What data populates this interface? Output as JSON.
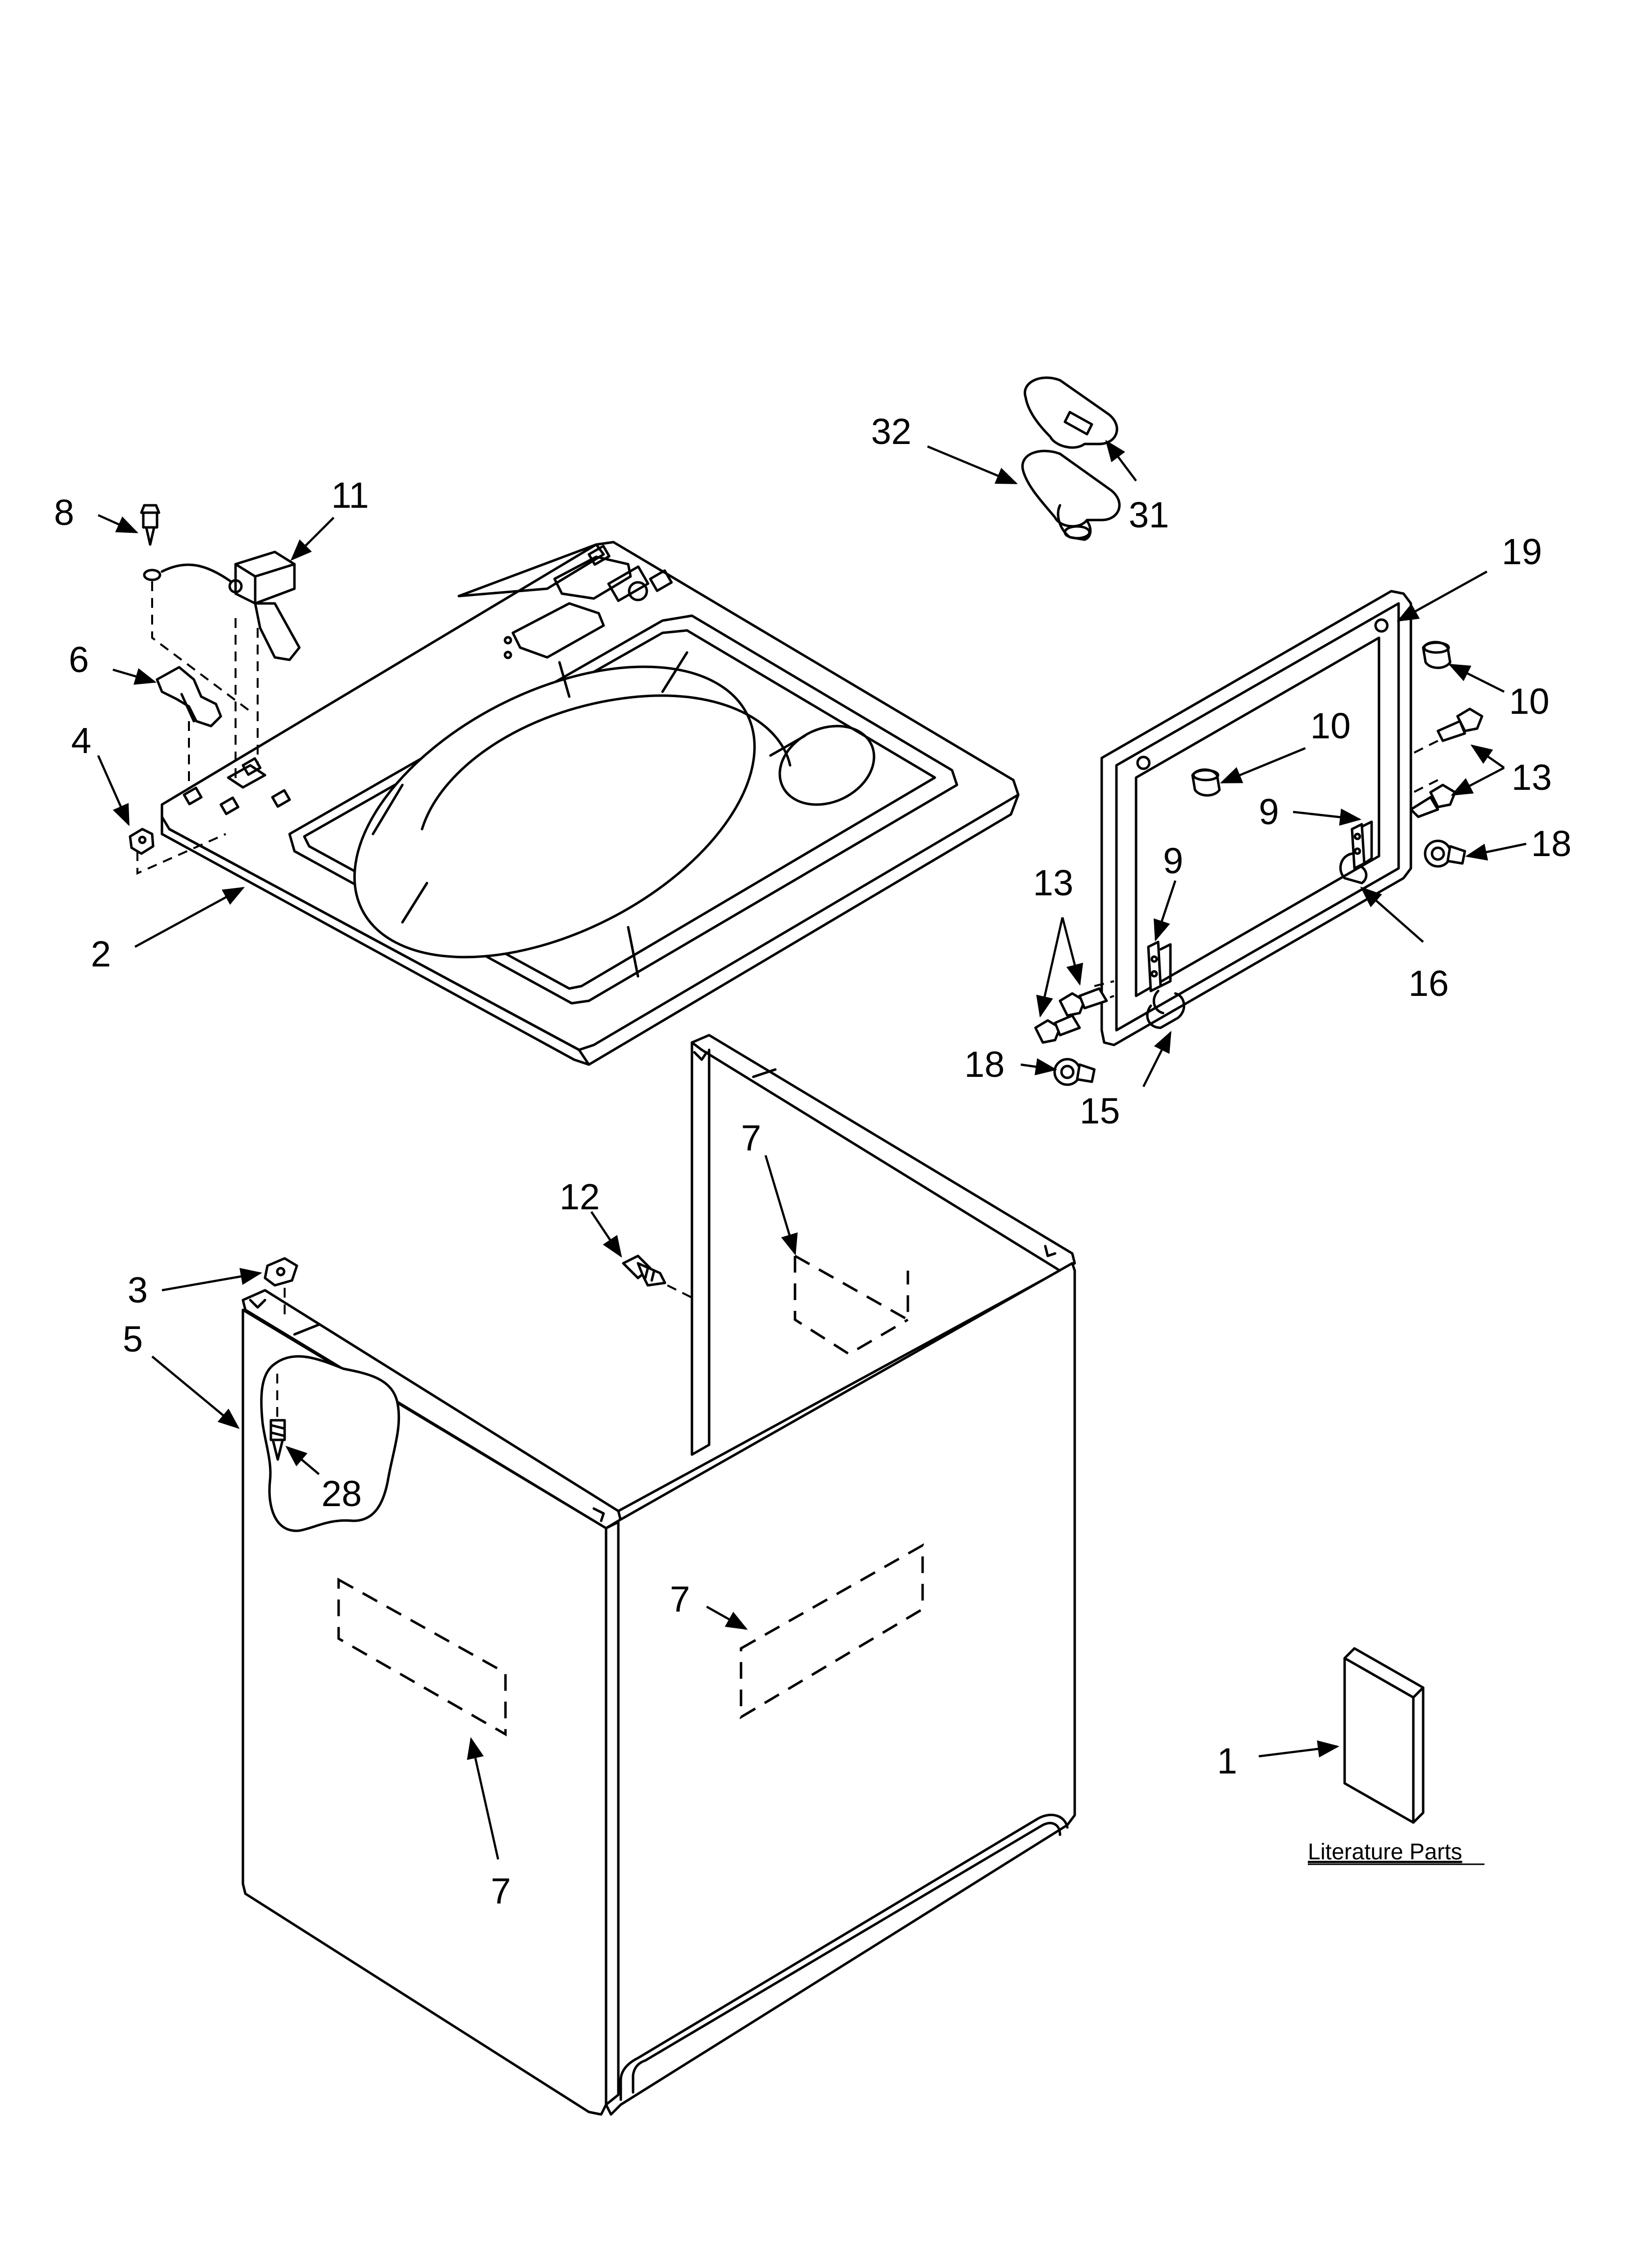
{
  "callouts": {
    "c1": "1",
    "c2": "2",
    "c3": "3",
    "c4": "4",
    "c5": "5",
    "c6": "6",
    "c7a": "7",
    "c7b": "7",
    "c7c": "7",
    "c8": "8",
    "c9a": "9",
    "c9b": "9",
    "c10a": "10",
    "c10b": "10",
    "c11": "11",
    "c12": "12",
    "c13a": "13",
    "c13b": "13",
    "c15": "15",
    "c16": "16",
    "c18a": "18",
    "c18b": "18",
    "c19": "19",
    "c28": "28",
    "c31": "31",
    "c32": "32"
  },
  "literature": {
    "label": "Literature Parts"
  }
}
